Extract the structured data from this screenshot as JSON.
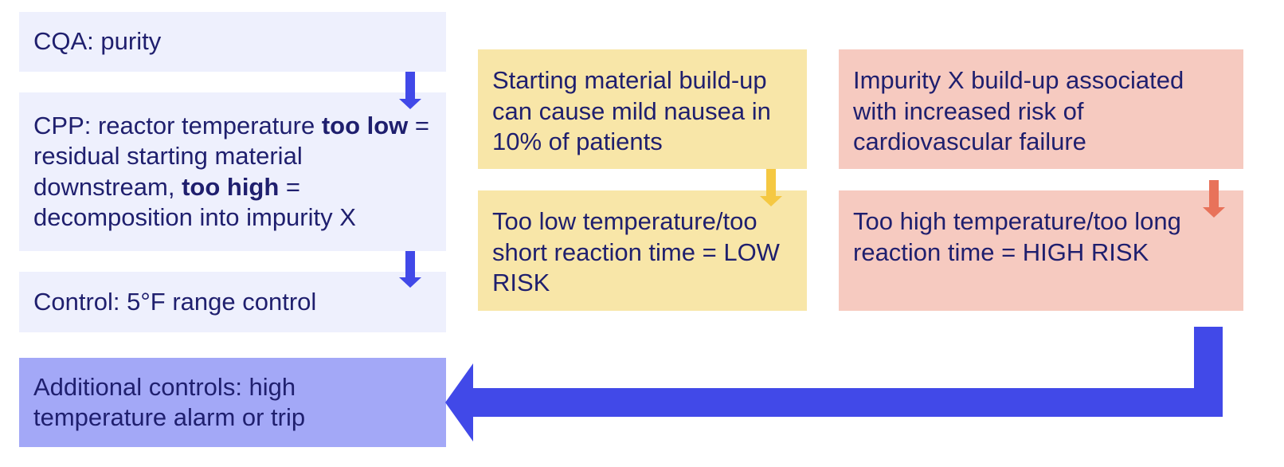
{
  "colors": {
    "text": "#1f1f6e",
    "lavender": "#eef0fd",
    "lavender_strong": "#a3a8f7",
    "yellow": "#f8e6a8",
    "pink": "#f6cac0",
    "arrow_blue": "#4149e8",
    "arrow_yellow": "#f5c842",
    "arrow_red": "#e8725a"
  },
  "left": {
    "cqa": "CQA: purity",
    "cpp": {
      "prefix": "CPP: reactor temperature ",
      "too_low": "too low",
      "mid": " = residual starting material downstream, ",
      "too_high": "too high",
      "suffix": " = decomposition into impurity X"
    },
    "control": "Control: 5°F range control",
    "additional": "Additional controls: high temperature alarm or trip"
  },
  "middle": {
    "top": "Starting material build-up can cause mild nausea in 10% of patients",
    "bottom": "Too low temperature/too short reaction time = LOW RISK"
  },
  "right": {
    "top": "Impurity X build-up associated with increased risk of cardiovascular failure",
    "bottom": "Too high temperature/too long reaction time = HIGH RISK"
  }
}
